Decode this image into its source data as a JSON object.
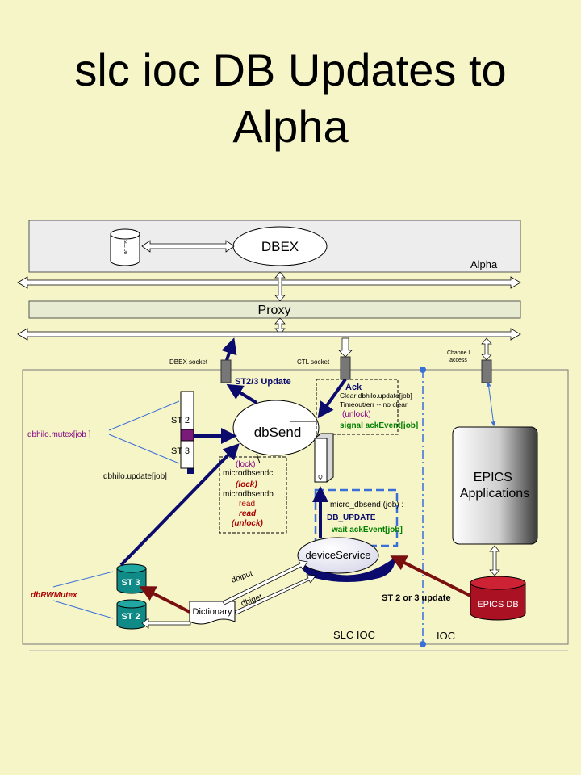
{
  "title": "slc ioc DB Updates to Alpha",
  "colors": {
    "background": "#f6f5c8",
    "alpha_box": "#ededed",
    "proxy_box": "#e6ebd2",
    "navy_arrow": "#0b0b6e",
    "dark_red_arrow": "#7a0f0f",
    "teal_cylinder": "#0f8a86",
    "red_cylinder": "#aa1122",
    "purple_text": "#800080",
    "green_text": "#008000",
    "red_text": "#aa0000",
    "blue_dash": "#3a6fd8"
  },
  "nodes": {
    "alpha_label": "Alpha",
    "slc_db": "SLC DB",
    "dbex": "DBEX",
    "proxy": "Proxy",
    "dbex_socket": "DBEX socket",
    "ctl_socket": "CTL socket",
    "channel_access": "Channel access",
    "dbsend": "dbSend",
    "st2": "ST 2",
    "st3": "ST 3",
    "q": "Q",
    "epics_applications": "EPICS Applications",
    "device_service": "deviceService",
    "epics_db": "EPICS DB",
    "dictionary": "Dictionary",
    "slc_ioc": "SLC IOC",
    "ioc": "IOC"
  },
  "labels": {
    "st23_update": "ST2/3 Update",
    "ack": "Ack",
    "ack_box": [
      "Clear dbhilo.update[job]",
      "Timeout/err -- no clear",
      "(unlock)",
      "signal ackEvent[job]"
    ],
    "mutex": "dbhilo.mutex[job ]",
    "update": "dbhilo.update[job]",
    "micro_box": [
      "(lock)",
      "microdbsendc",
      "(lock)",
      "microdbsendb",
      "read",
      "read",
      "(unlock)"
    ],
    "micro_dbsend": [
      "micro_dbsend (job) :",
      "DB_UPDATE",
      "wait ackEvent[job]"
    ],
    "dbrwmutex": "dbRWMutex",
    "dbiput": "dbiput",
    "dbiget": "dbiget",
    "st_update": "ST 2 or 3 update"
  }
}
